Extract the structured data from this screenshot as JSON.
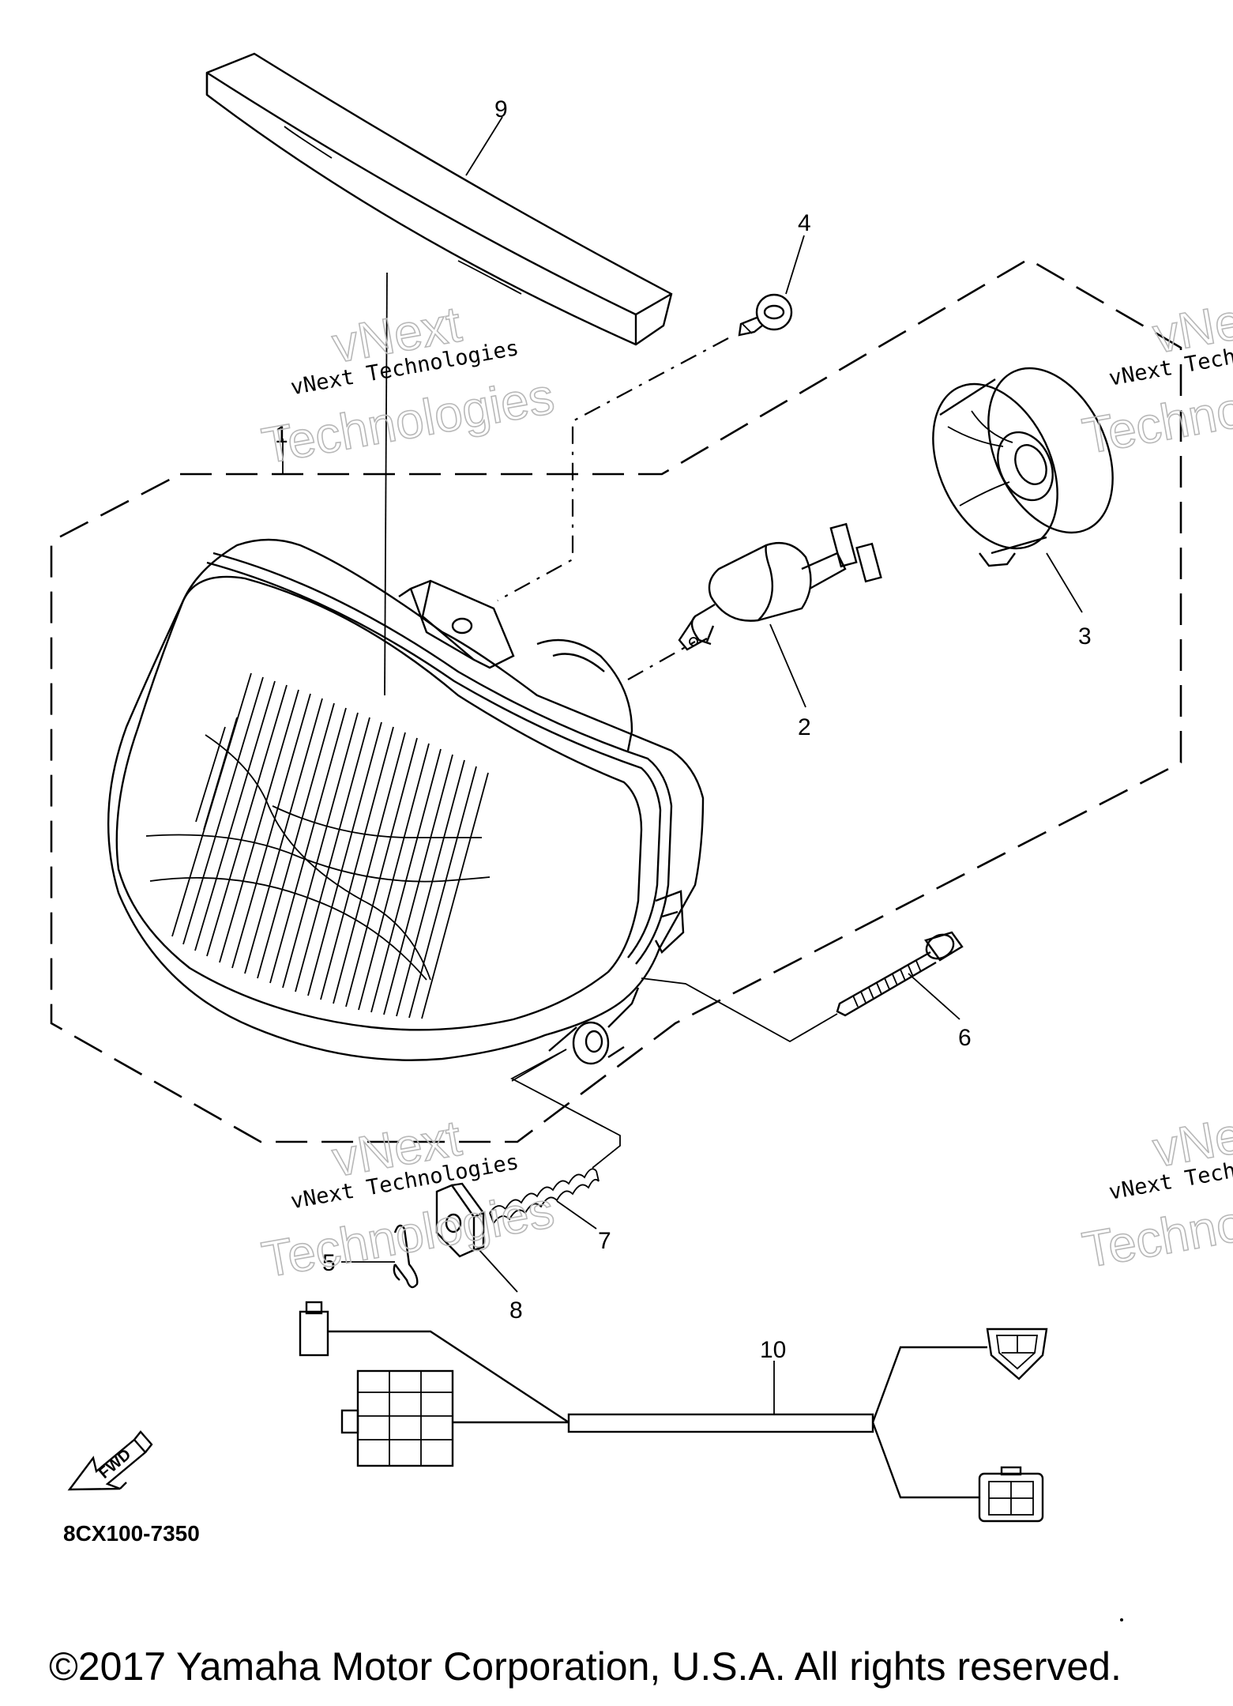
{
  "diagram": {
    "callouts": [
      "1",
      "2",
      "3",
      "4",
      "5",
      "6",
      "7",
      "8",
      "9",
      "10"
    ],
    "watermarks": [
      {
        "brand": "vNext",
        "line1": "vNext Technologies",
        "line2": "Technologies"
      },
      {
        "brand": "vNext",
        "line1": "vNext Tech",
        "line2": "Techno"
      },
      {
        "brand": "vNext",
        "line1": "vNext Technologies",
        "line2": "Technologies"
      },
      {
        "brand": "vNext",
        "line1": "vNext Tech",
        "line2": "Techno"
      }
    ],
    "forward_arrow_label": "FWD",
    "drawing_code": "8CX100-7350",
    "copyright": "©2017 Yamaha Motor Corporation, U.S.A. All rights reserved."
  }
}
